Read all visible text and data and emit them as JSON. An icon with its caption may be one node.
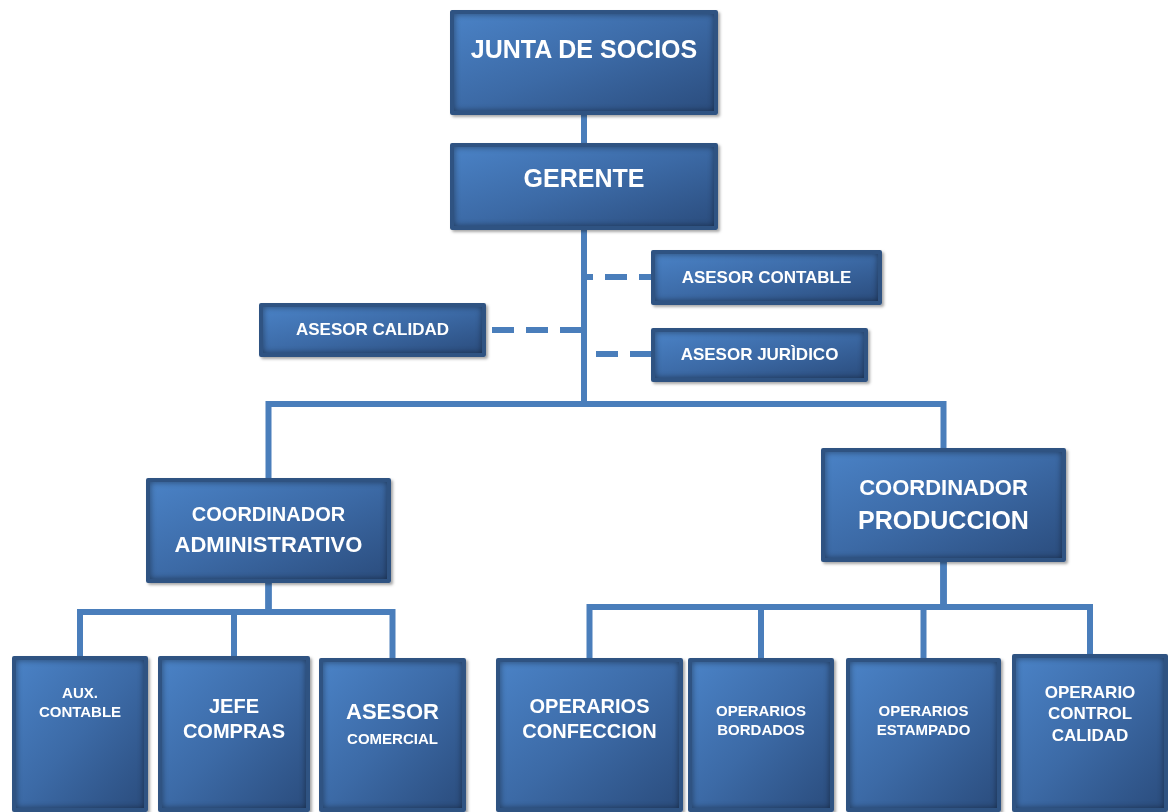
{
  "diagram": {
    "nodes": [
      {
        "text": [
          "JUNTA DE SOCIOS"
        ]
      },
      {
        "text": [
          "GERENTE"
        ]
      },
      {
        "text": [
          "ASESOR CONTABLE"
        ]
      },
      {
        "text": [
          "ASESOR CALIDAD"
        ]
      },
      {
        "text": [
          "ASESOR JURÌDICO"
        ]
      },
      {
        "text": [
          "COORDINADOR",
          "ADMINISTRATIVO"
        ]
      },
      {
        "text": [
          "COORDINADOR",
          "PRODUCCION"
        ]
      },
      {
        "text": [
          "AUX. CONTABLE"
        ]
      },
      {
        "text": [
          "JEFE COMPRAS"
        ]
      },
      {
        "text": [
          "ASESOR",
          "COMERCIAL"
        ]
      },
      {
        "text": [
          "OPERARIOS CONFECCION"
        ]
      },
      {
        "text": [
          "OPERARIOS BORDADOS"
        ]
      },
      {
        "text": [
          "OPERARIOS ESTAMPADO"
        ]
      },
      {
        "text": [
          "OPERARIO CONTROL CALIDAD"
        ]
      }
    ],
    "edges": [
      {
        "from": 0,
        "to": 1,
        "arrow": "none"
      },
      {
        "from": 1,
        "to": 2,
        "arrow": "none",
        "style": "dashed"
      },
      {
        "from": 1,
        "to": 3,
        "arrow": "none",
        "style": "dashed"
      },
      {
        "from": 1,
        "to": 4,
        "arrow": "none",
        "style": "dashed"
      },
      {
        "from": 1,
        "to": 5,
        "arrow": "none"
      },
      {
        "from": 1,
        "to": 6,
        "arrow": "none"
      },
      {
        "from": 5,
        "to": 7,
        "arrow": "none"
      },
      {
        "from": 5,
        "to": 8,
        "arrow": "none"
      },
      {
        "from": 5,
        "to": 9,
        "arrow": "none"
      },
      {
        "from": 6,
        "to": 10,
        "arrow": "none"
      },
      {
        "from": 6,
        "to": 11,
        "arrow": "none"
      },
      {
        "from": 6,
        "to": 12,
        "arrow": "none"
      },
      {
        "from": 6,
        "to": 13,
        "arrow": "none"
      }
    ]
  }
}
